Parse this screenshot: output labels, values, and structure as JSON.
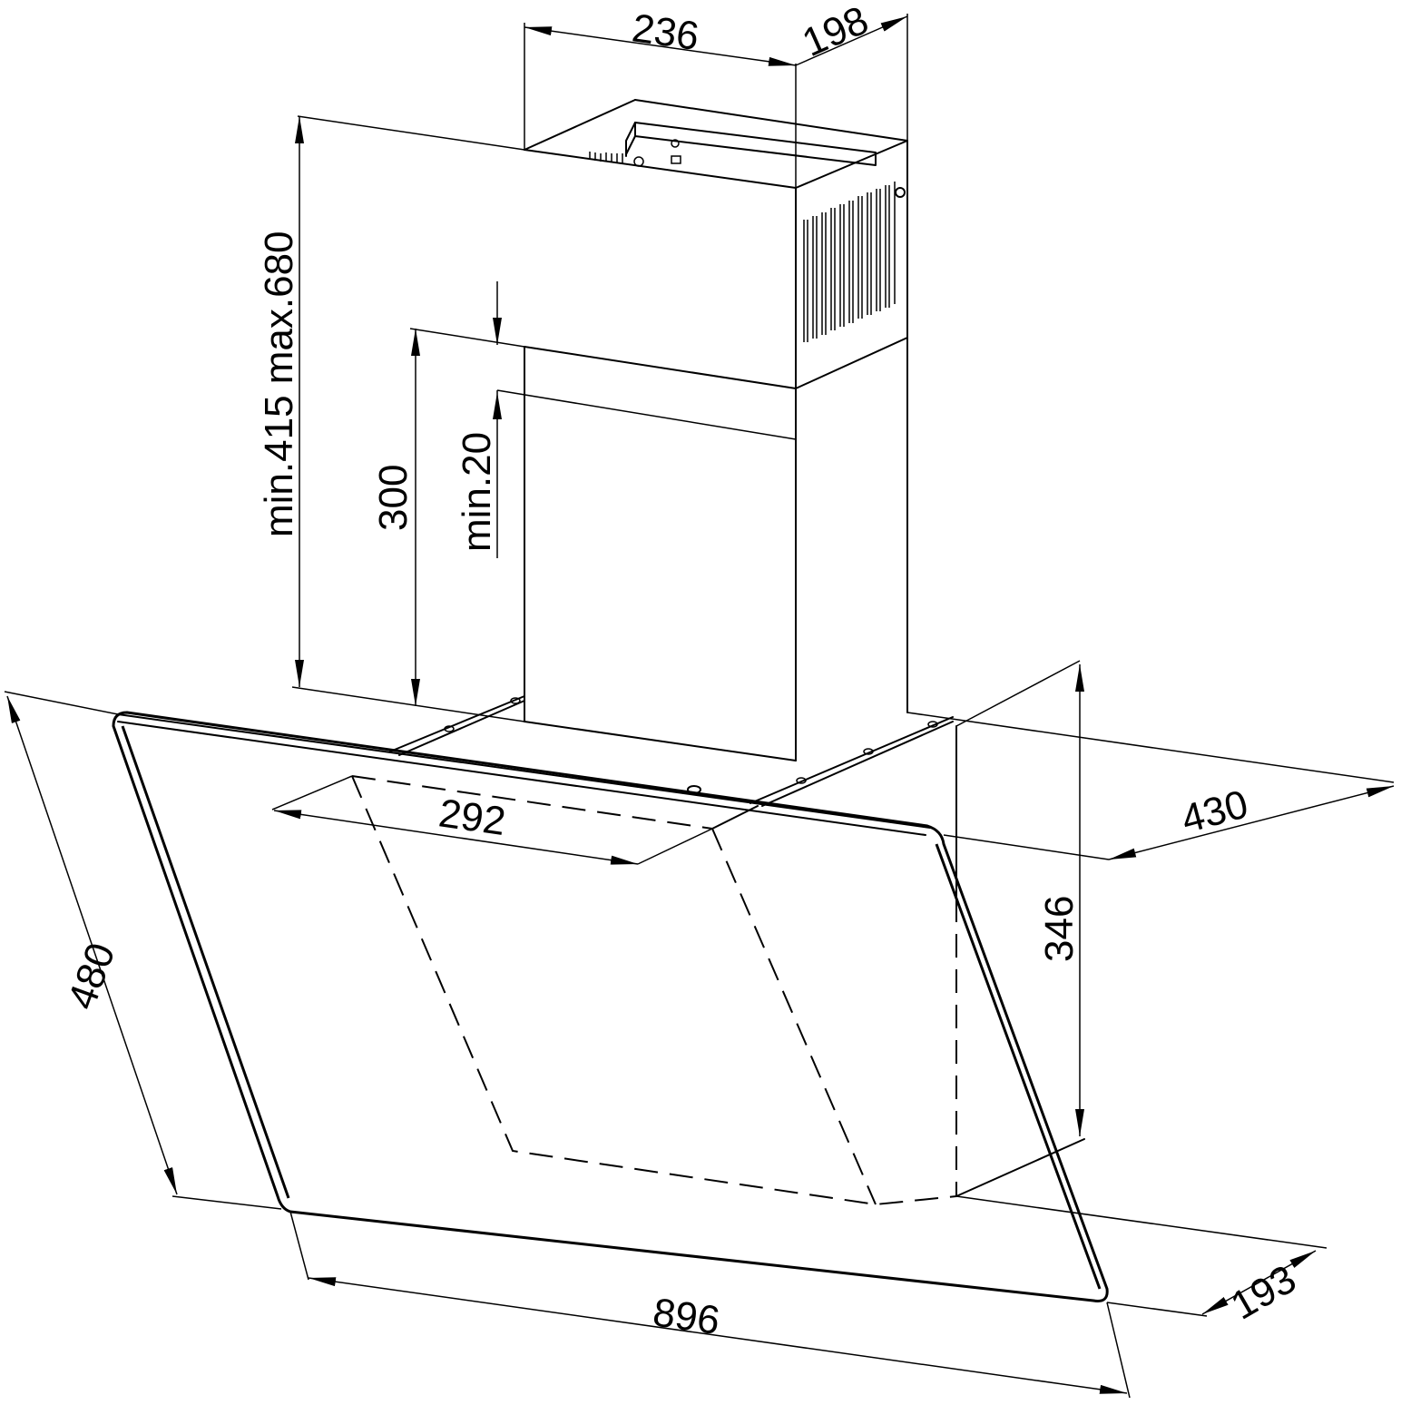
{
  "dimensions": {
    "chimney_width": "236",
    "chimney_depth": "198",
    "chimney_height": "min.415 max.680",
    "lower_chimney_height": "300",
    "overlap": "min.20",
    "inner_panel_width": "292",
    "hood_depth": "430",
    "hood_height": "346",
    "glass_height": "480",
    "glass_width": "896",
    "bottom_depth": "193"
  }
}
